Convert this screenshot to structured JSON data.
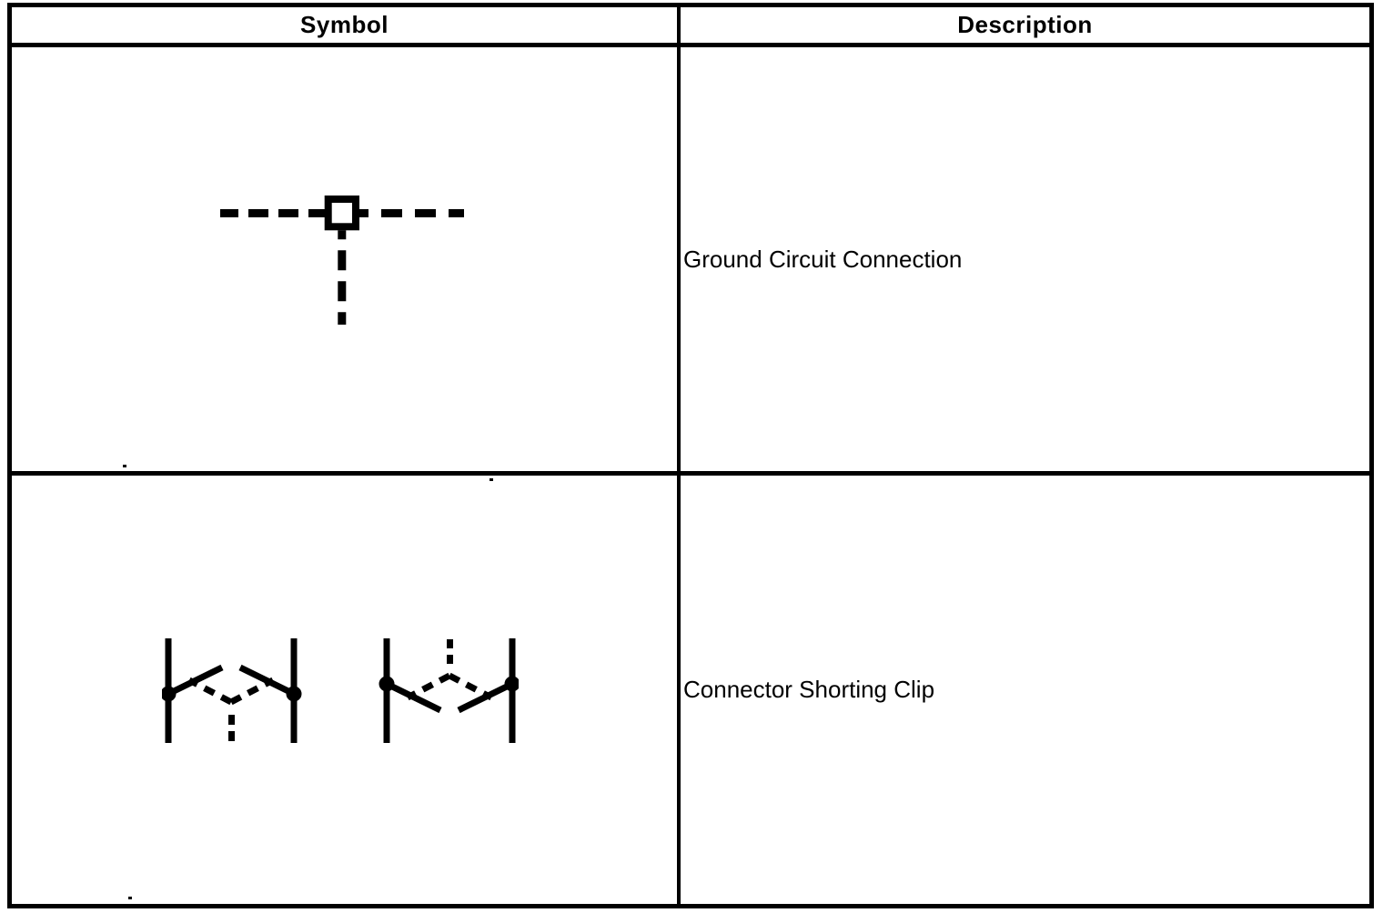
{
  "colors": {
    "ink": "#000000",
    "paper": "#ffffff"
  },
  "table": {
    "columns": [
      "Symbol",
      "Description"
    ],
    "rows": [
      {
        "symbol": "ground-circuit-connection",
        "description": "Ground Circuit Connection"
      },
      {
        "symbol": "connector-shorting-clip",
        "description": "Connector Shorting Clip"
      }
    ]
  }
}
